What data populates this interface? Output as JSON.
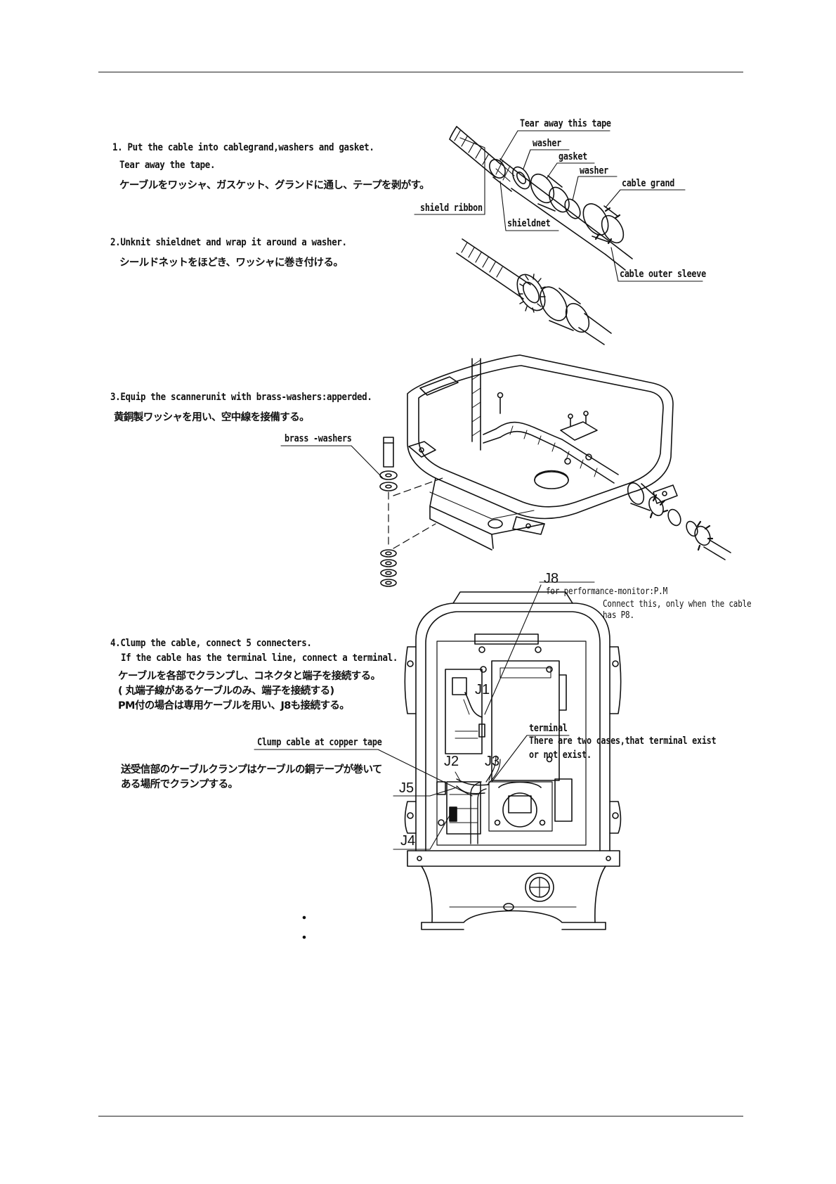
{
  "steps": [
    {
      "en_lines": [
        "1.  Put the cable into cablegrand,washers and gasket.",
        "Tear away the tape."
      ],
      "jp_lines": [
        "ケーブルをワッシャ、ガスケット、グランドに通し、テープを剥がす。"
      ]
    },
    {
      "en_lines": [
        "2.Unknit shieldnet and wrap it around a washer."
      ],
      "jp_lines": [
        "シールドネットをほどき、ワッシャに巻き付ける。"
      ]
    },
    {
      "en_lines": [
        "3.Equip the scannerunit with brass-washers:apperded."
      ],
      "jp_lines": [
        "黄銅製ワッシャを用い、空中線を接備する。"
      ]
    },
    {
      "en_lines": [
        "4.Clump the cable, connect 5 connecters.",
        "If the cable has the terminal line, connect a terminal."
      ],
      "jp_lines": [
        "ケーブルを各部でクランプし、コネクタと端子を接続する。",
        "( 丸端子線があるケーブルのみ、端子を接続する)",
        "PM付の場合は専用ケーブルを用い、J8も接続する。"
      ]
    }
  ],
  "labels": {
    "tear_tape": "Tear away this tape",
    "washer_1": "washer",
    "gasket": "gasket",
    "washer_2": "washer",
    "cable_grand": "cable grand",
    "shield_ribbon": "shield ribbon",
    "shieldnet": "shieldnet",
    "outer_sleeve": "cable outer sleeve",
    "brass_washers": "brass -washers",
    "clump_copper": "Clump cable at copper tape",
    "terminal": "terminal",
    "terminal_note_1": "There are two cases,that terminal exist",
    "terminal_note_2": "or not exist."
  },
  "clamp_jp_lines": [
    "送受信部のケーブルクランプはケーブルの銅テープが巻いて",
    "ある場所でクランプする。"
  ],
  "connectors": {
    "j8": "J8",
    "j8_note_1": "for performance-monitor:P.M",
    "j8_note_2": "Connect this, only when the cable",
    "j8_note_3": "has P8.",
    "j1": "J1",
    "j2": "J2",
    "j3": "J3",
    "j4": "J4",
    "j5": "J5"
  }
}
